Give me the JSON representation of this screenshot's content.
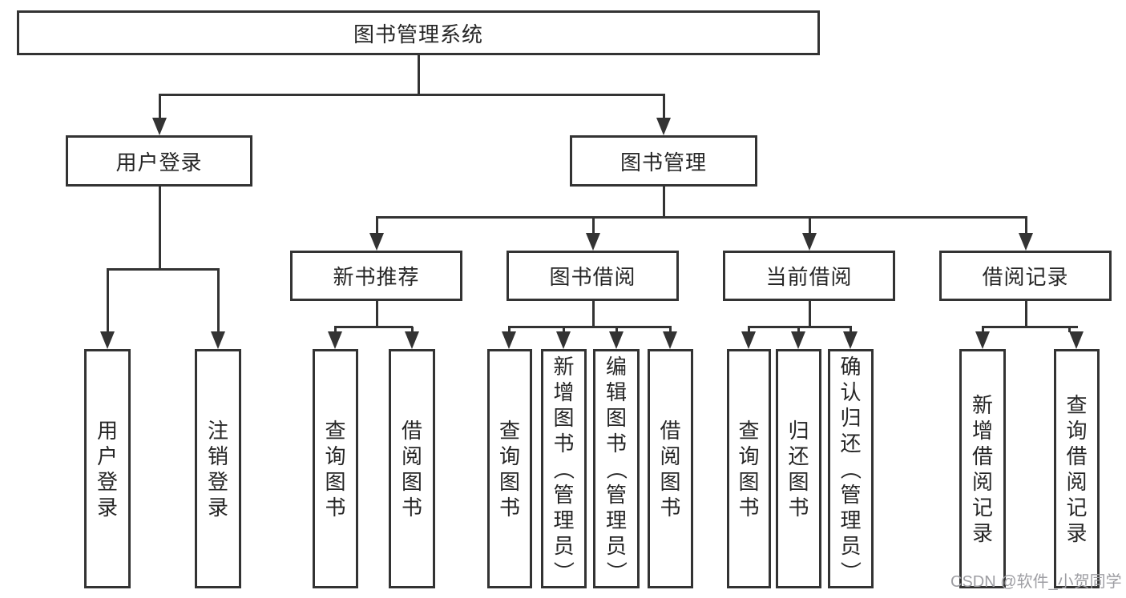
{
  "tree": {
    "root": "图书管理系统",
    "user_login": {
      "label": "用户登录",
      "children": [
        "用户登录",
        "注销登录"
      ]
    },
    "book_mgmt": {
      "label": "图书管理",
      "groups": {
        "new_book_rec": {
          "label": "新书推荐",
          "children": [
            "查询图书",
            "借阅图书"
          ]
        },
        "book_borrow": {
          "label": "图书借阅",
          "children": [
            "查询图书",
            "新增图书（管理员）",
            "编辑图书（管理员）",
            "借阅图书"
          ]
        },
        "current_borrow": {
          "label": "当前借阅",
          "children": [
            "查询图书",
            "归还图书",
            "确认归还（管理员）"
          ]
        },
        "borrow_records": {
          "label": "借阅记录",
          "children": [
            "新增借阅记录",
            "查询借阅记录"
          ]
        }
      }
    }
  },
  "watermark": "CSDN @软件_小贺同学",
  "colors": {
    "line": "#333333",
    "text": "#262626",
    "watermark": "#9e9ea3",
    "background": "#ffffff"
  }
}
